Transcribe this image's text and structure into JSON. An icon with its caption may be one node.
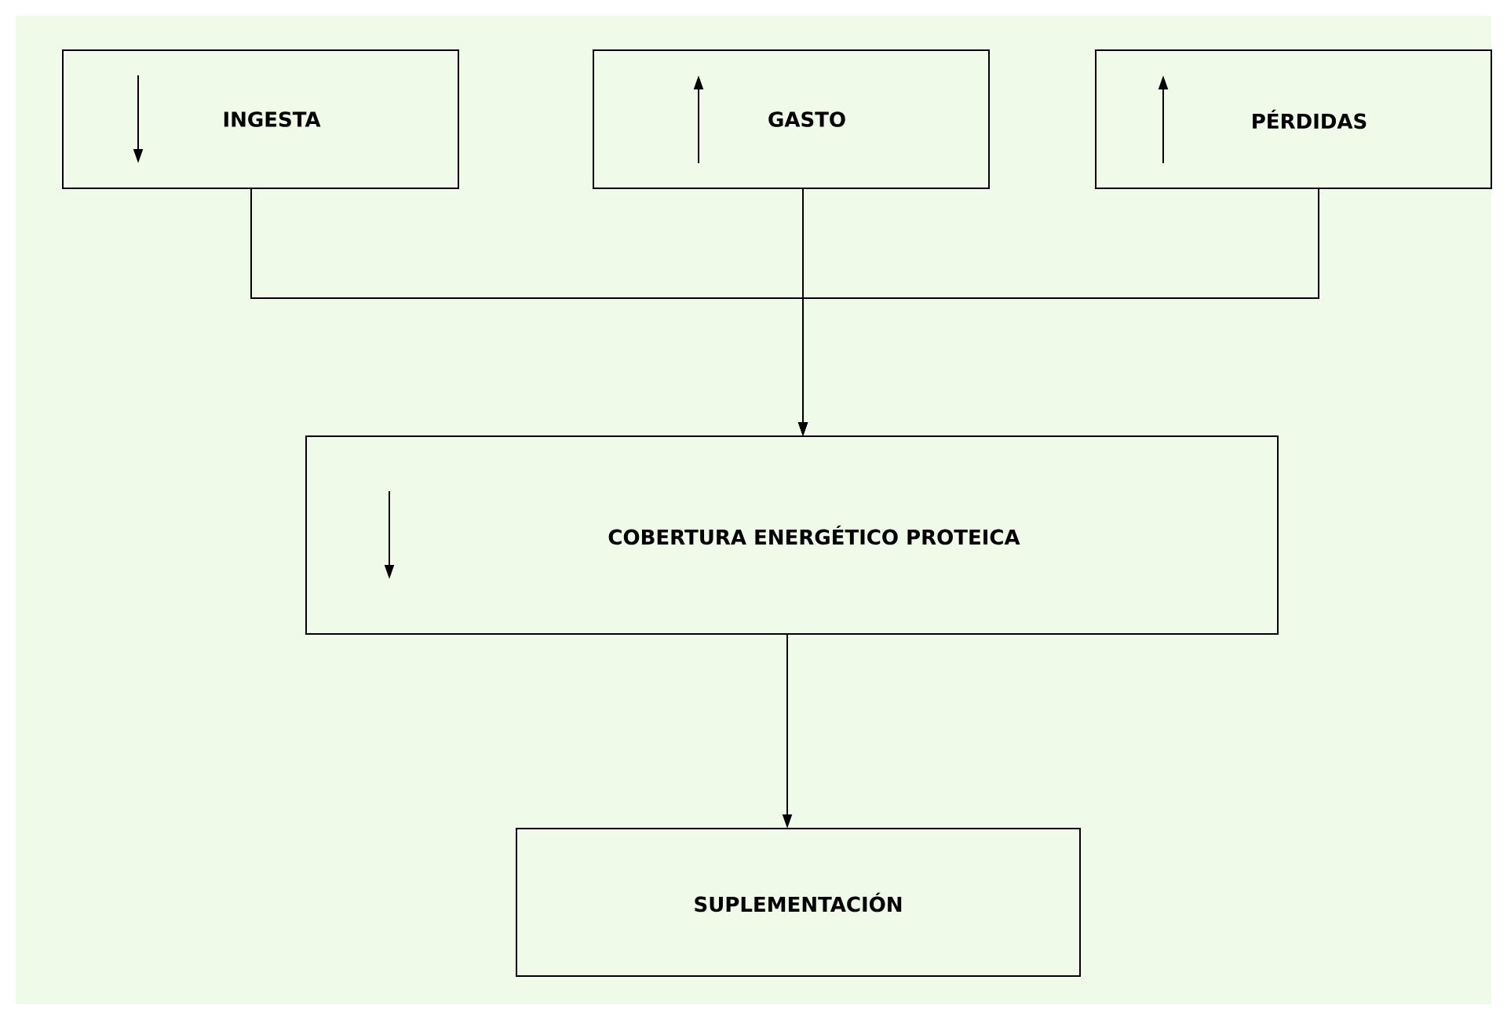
{
  "diagram": {
    "nodes": [
      {
        "text": [
          "INGESTA"
        ]
      },
      {
        "text": [
          "GASTO"
        ]
      },
      {
        "text": [
          "PÉRDIDAS"
        ]
      },
      {
        "text": [
          "COBERTURA ENERGÉTICO PROTEICA"
        ]
      },
      {
        "text": [
          "SUPLEMENTACIÓN"
        ]
      }
    ],
    "edges": [
      {
        "from": 0,
        "to": 3,
        "arrow": "to"
      },
      {
        "from": 1,
        "to": 3,
        "arrow": "to"
      },
      {
        "from": 2,
        "to": 3,
        "arrow": "to"
      },
      {
        "from": 3,
        "to": 4,
        "arrow": "to"
      }
    ]
  }
}
